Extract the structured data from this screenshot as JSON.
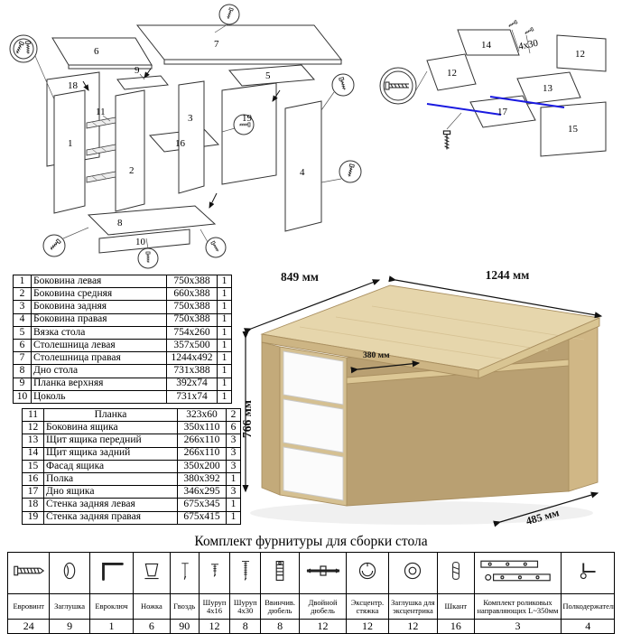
{
  "diagrams": {
    "main": {
      "labels": [
        "1",
        "2",
        "3",
        "4",
        "5",
        "6",
        "7",
        "8",
        "9",
        "10",
        "11",
        "16",
        "18",
        "19"
      ]
    },
    "drawer": {
      "labels": [
        "14",
        "12",
        "12",
        "13",
        "17",
        "15"
      ],
      "screw_note": "4x30"
    }
  },
  "render": {
    "dims": {
      "d849": "849 мм",
      "d1244": "1244 мм",
      "d766": "766 мм",
      "d380": "380 мм",
      "d485": "485 мм"
    }
  },
  "parts_table": {
    "block1": [
      {
        "num": "1",
        "name": "Боковина левая",
        "size": "750x388",
        "qty": "1"
      },
      {
        "num": "2",
        "name": "Боковина средняя",
        "size": "660x388",
        "qty": "1"
      },
      {
        "num": "3",
        "name": "Боковина задняя",
        "size": "750x388",
        "qty": "1"
      },
      {
        "num": "4",
        "name": "Боковина правая",
        "size": "750x388",
        "qty": "1"
      },
      {
        "num": "5",
        "name": "Вязка стола",
        "size": "754x260",
        "qty": "1"
      },
      {
        "num": "6",
        "name": "Столешница левая",
        "size": "357x500",
        "qty": "1"
      },
      {
        "num": "7",
        "name": "Столешница правая",
        "size": "1244x492",
        "qty": "1"
      },
      {
        "num": "8",
        "name": "Дно стола",
        "size": "731x388",
        "qty": "1"
      },
      {
        "num": "9",
        "name": "Планка верхняя",
        "size": "392x74",
        "qty": "1"
      },
      {
        "num": "10",
        "name": "Цоколь",
        "size": "731x74",
        "qty": "1"
      }
    ],
    "block2": [
      {
        "num": "11",
        "name": "Планка",
        "size": "323x60",
        "qty": "2"
      },
      {
        "num": "12",
        "name": "Боковина ящика",
        "size": "350x110",
        "qty": "6"
      },
      {
        "num": "13",
        "name": "Щит ящика передний",
        "size": "266x110",
        "qty": "3"
      },
      {
        "num": "14",
        "name": "Щит ящика задний",
        "size": "266x110",
        "qty": "3"
      },
      {
        "num": "15",
        "name": "Фасад ящика",
        "size": "350x200",
        "qty": "3"
      },
      {
        "num": "16",
        "name": "Полка",
        "size": "380x392",
        "qty": "1"
      },
      {
        "num": "17",
        "name": "Дно ящика",
        "size": "346x295",
        "qty": "3"
      },
      {
        "num": "18",
        "name": "Стенка задняя левая",
        "size": "675x345",
        "qty": "1"
      },
      {
        "num": "19",
        "name": "Стенка задняя правая",
        "size": "675x415",
        "qty": "1"
      }
    ]
  },
  "hardware": {
    "title": "Комплект фурнитуры для сборки стола",
    "items": [
      {
        "name": "Евровинт",
        "qty": "24"
      },
      {
        "name": "Заглушка",
        "qty": "9"
      },
      {
        "name": "Евроключ",
        "qty": "1"
      },
      {
        "name": "Ножка",
        "qty": "6"
      },
      {
        "name": "Гвоздь",
        "qty": "90"
      },
      {
        "name": "Шуруп 4х16",
        "qty": "12"
      },
      {
        "name": "Шуруп 4х30",
        "qty": "8"
      },
      {
        "name": "Ввинчив. дюбель",
        "qty": "8"
      },
      {
        "name": "Двойной дюбель",
        "qty": "12"
      },
      {
        "name": "Эксцентр. стяжка",
        "qty": "12"
      },
      {
        "name": "Заглушка для эксцентрика",
        "qty": "12"
      },
      {
        "name": "Шкант",
        "qty": "16"
      },
      {
        "name": "Комплект роликовых направляющих L~350мм",
        "qty": "3"
      },
      {
        "name": "Полкодержатель",
        "qty": "4"
      }
    ]
  }
}
